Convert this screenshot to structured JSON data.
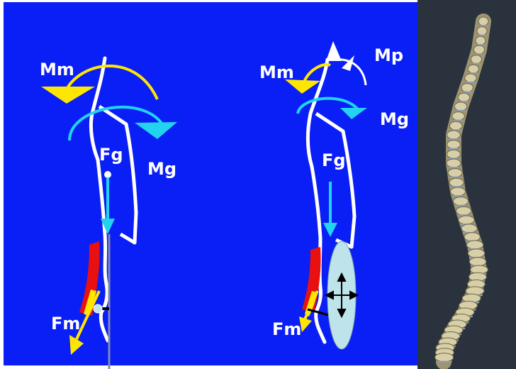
{
  "colors": {
    "background": "#0a1ff5",
    "outline": "#ffffff",
    "yellow_arrow": "#ffe600",
    "cyan_arrow": "#22d3f0",
    "muscle_red": "#e81010",
    "brace_fill": "#bfe3ea",
    "spine_panel_bg": "#2a333d",
    "spine_bone": "#d8cfa6"
  },
  "left_diagram": {
    "labels": {
      "mm": "Mm",
      "mg": "Mg",
      "fg": "Fg",
      "fm": "Fm"
    },
    "icons": [
      "yellow-curved-arrow-icon",
      "cyan-curved-arrow-icon",
      "cyan-gravity-arrow-icon",
      "yellow-force-arrow-icon"
    ]
  },
  "right_diagram": {
    "labels": {
      "mm": "Mm",
      "mp": "Mp",
      "mg": "Mg",
      "fg": "Fg",
      "fm": "Fm"
    },
    "icons": [
      "white-curved-arrow-icon",
      "move-cross-icon",
      "orthosis-pad-icon"
    ]
  },
  "spine_panel": {
    "icon": "spine-illustration-icon"
  }
}
